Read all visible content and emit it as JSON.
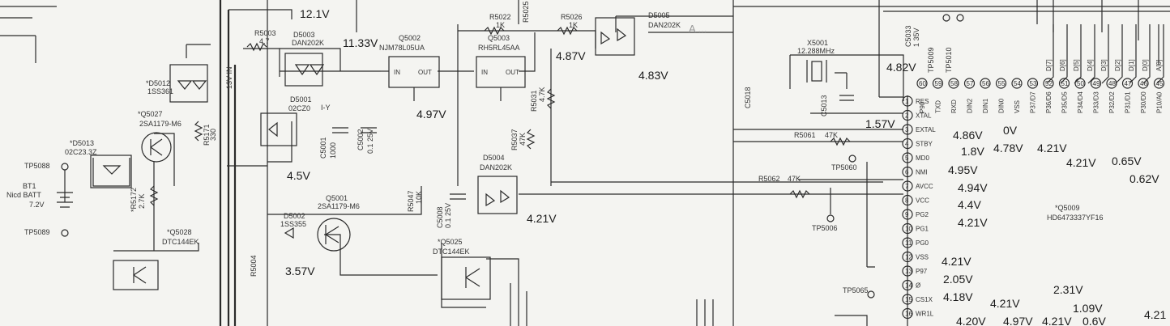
{
  "top_voltage": "12.1V",
  "rail_label": "13V IN",
  "voltages": [
    {
      "id": "v_in_reg",
      "text": "11.33V"
    },
    {
      "id": "v_q5003",
      "text": "4.87V"
    },
    {
      "id": "v_d5005",
      "text": "4.83V"
    },
    {
      "id": "v_reg_out",
      "text": "4.97V"
    },
    {
      "id": "v_d5001",
      "text": "4.5V"
    },
    {
      "id": "v_q5001",
      "text": "3.57V"
    },
    {
      "id": "v_d5004",
      "text": "4.21V"
    },
    {
      "id": "v_res",
      "text": "4.82V"
    },
    {
      "id": "v_xtal",
      "text": "1.57V"
    },
    {
      "id": "v_extal",
      "text": "4.86V"
    },
    {
      "id": "v_a",
      "text": "1.8V"
    },
    {
      "id": "v_b",
      "text": "4.78V"
    },
    {
      "id": "v_0",
      "text": "0V"
    },
    {
      "id": "v_c",
      "text": "4.21V"
    },
    {
      "id": "v_d",
      "text": "4.95V"
    },
    {
      "id": "v_e",
      "text": "4.21V"
    },
    {
      "id": "v_f",
      "text": "0.65V"
    },
    {
      "id": "v_g",
      "text": "0.62V"
    },
    {
      "id": "v_nmi",
      "text": "4.94V"
    },
    {
      "id": "v_vcc",
      "text": "4.4V"
    },
    {
      "id": "v_pg2",
      "text": "4.21V"
    },
    {
      "id": "v_vss",
      "text": "4.21V"
    },
    {
      "id": "v_p97",
      "text": "2.05V"
    },
    {
      "id": "v_phi",
      "text": "4.18V"
    },
    {
      "id": "v_cs1",
      "text": "4.21V"
    },
    {
      "id": "v_bot1",
      "text": "4.20V"
    },
    {
      "id": "v_bot2",
      "text": "4.97V"
    },
    {
      "id": "v_bot3",
      "text": "4.21V"
    },
    {
      "id": "v_231",
      "text": "2.31V"
    },
    {
      "id": "v_109",
      "text": "1.09V"
    },
    {
      "id": "v_06",
      "text": "0.6V"
    },
    {
      "id": "v_421r",
      "text": "4.21"
    }
  ],
  "components": {
    "r5003": "R5003",
    "r5003_val": "4.7",
    "d5003": "D5003",
    "d5003_type": "DAN202K",
    "q5002": "Q5002",
    "q5002_type": "NJM78L05UA",
    "q5003": "Q5003",
    "q5003_type": "RH5RL45AA",
    "r5022": "R5022",
    "r5022_val": "1K",
    "r5025": "R5025",
    "r5026": "R5026",
    "r5026_val": "1K",
    "d5005": "D5005",
    "d5005_type": "DAN202K",
    "d5012": "*D5012",
    "d5012_type": "1SS361",
    "q5027": "*Q5027",
    "q5027_type": "2SA1179-M6",
    "d5013": "*D5013",
    "d5013_type": "02C23.3Z",
    "tp5088": "TP5088",
    "bt1": "BT1",
    "bt1_type": "Nicd BATT",
    "bt1_val": "7.2V",
    "tp5089": "TP5089",
    "r5172": "*R5172",
    "r5172_val": "2.7K",
    "q5028": "*Q5028",
    "q5028_type": "DTC144EK",
    "r5171": "R5171",
    "r5171_val": "330",
    "d5001": "D5001",
    "d5001_type": "02CZ0",
    "iy": "I-Y",
    "c5001": "C5001",
    "c5001_val": "1000",
    "c5002": "C5002",
    "c5002_val": "0.1 25V",
    "q5001": "Q5001",
    "q5001_type": "2SA1179-M6",
    "d5002": "D5002",
    "d5002_type": "1SS355",
    "r5004": "R5004",
    "r5037": "R5037",
    "r5037_val": "47K",
    "r5031": "R5031",
    "r5031_val": "4.7K",
    "d5004": "D5004",
    "d5004_type": "DAN202K",
    "r5047": "R5047",
    "r5047_val": "10K",
    "c5008": "C5008",
    "c5008_val": "0.1 25V",
    "q5025": "*Q5025",
    "q5025_type": "DTC144EK",
    "x5001": "X5001",
    "x5001_val": "12.288MHz",
    "c5018": "C5018",
    "c5013": "C5013",
    "r5061": "R5061",
    "r5061_val": "47K",
    "r5062": "R5062",
    "r5062_val": "47K",
    "tp5060": "TP5060",
    "tp5006": "TP5006",
    "tp5009": "TP5009",
    "tp5010": "TP5010",
    "c5033": "C5033",
    "c5033_val": "1 35V",
    "q5009": "*Q5009",
    "q5009_type": "HD6473337YF16",
    "tp5065": "TP5065"
  },
  "ic_pins": [
    {
      "n": "1",
      "name": "RES"
    },
    {
      "n": "2",
      "name": "XTAL"
    },
    {
      "n": "3",
      "name": "EXTAL"
    },
    {
      "n": "4",
      "name": "STBY"
    },
    {
      "n": "5",
      "name": "MD0"
    },
    {
      "n": "6",
      "name": "NMI"
    },
    {
      "n": "7",
      "name": "AVCC"
    },
    {
      "n": "8",
      "name": "VCC"
    },
    {
      "n": "9",
      "name": "PG2"
    },
    {
      "n": "10",
      "name": "PG1"
    },
    {
      "n": "11",
      "name": "PG0"
    },
    {
      "n": "12",
      "name": "VSS"
    },
    {
      "n": "13",
      "name": "P97"
    },
    {
      "n": "14",
      "name": "Ø"
    },
    {
      "n": "15",
      "name": "CS1X"
    },
    {
      "n": "16",
      "name": "WR1L"
    }
  ],
  "top_pins": [
    {
      "n": "60",
      "name": "P90"
    },
    {
      "n": "59",
      "name": "TXD"
    },
    {
      "n": "58",
      "name": "RXD"
    },
    {
      "n": "57",
      "name": "DIN2"
    },
    {
      "n": "56",
      "name": "DIN1"
    },
    {
      "n": "55",
      "name": "DIN0"
    },
    {
      "n": "54",
      "name": "VSS"
    },
    {
      "n": "53",
      "name": "P37/D7"
    },
    {
      "n": "52",
      "name": "P36/D6"
    },
    {
      "n": "51",
      "name": "P35/D5"
    },
    {
      "n": "50",
      "name": "P34/D4"
    },
    {
      "n": "49",
      "name": "P33/D3"
    },
    {
      "n": "48",
      "name": "P32/D2"
    },
    {
      "n": "47",
      "name": "P31/D1"
    },
    {
      "n": "46",
      "name": "P30/D0"
    },
    {
      "n": "45",
      "name": "P10/A0"
    }
  ],
  "bus_labels": [
    "D[7]",
    "D[6]",
    "D[5]",
    "D[4]",
    "D[3]",
    "D[2]",
    "D[1]",
    "D[0]",
    "A[0]"
  ],
  "block_label": "A ..."
}
